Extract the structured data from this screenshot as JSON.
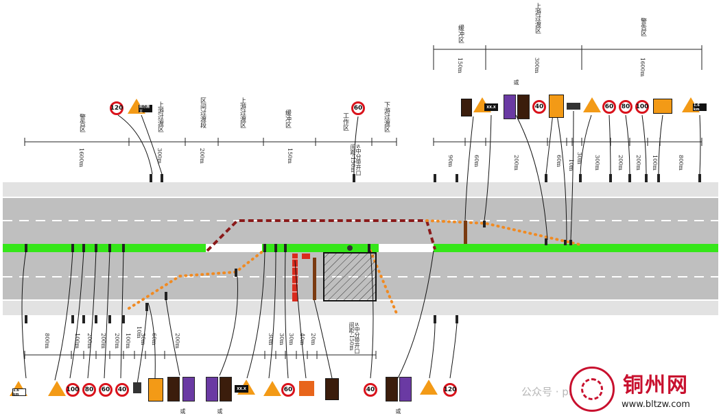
{
  "colors": {
    "median": "#35e619",
    "road": "#c2c2c2",
    "shoulder": "#e1e1e1",
    "barrier": "#8a1a1a",
    "cones": "#f08a22",
    "sign_red": "#d9121b",
    "sign_orange": "#f39a16"
  },
  "top_left_zones": [
    "警告区",
    "上游过渡区",
    "区间过渡段",
    "上游过渡区",
    "缓冲区",
    "工作区",
    "下游过渡区"
  ],
  "top_left_dists": [
    "1600m",
    "300m",
    "200m",
    "150m",
    "≤中分带开口间距-150m"
  ],
  "top_left_signs": {
    "speed": "120",
    "limit_top": "60",
    "tri_tag": "前方施工"
  },
  "top_right_zones": [
    "缓冲区",
    "上游过渡区",
    "警告区"
  ],
  "top_right_dists": [
    "150m",
    "300m",
    "1600m"
  ],
  "top_right_spacing": [
    "90m",
    "60m",
    "200m",
    "60m",
    "10m",
    "30m",
    "300m",
    "200m",
    "200m",
    "100m",
    "800m"
  ],
  "top_right_signs": {
    "speed": [
      "40",
      "60",
      "80",
      "100"
    ],
    "tri_tag": "1.6 km",
    "label_side": "XX.X",
    "light": "或"
  },
  "bottom_dists": [
    "800m",
    "100m",
    "200m",
    "200m",
    "200m",
    "100m",
    "10m",
    "30m",
    "60m",
    "200m",
    "30m",
    "30m",
    "30m",
    "40m",
    "20m",
    "≤中分带开口间距-150m"
  ],
  "bottom_signs": {
    "speed": [
      "100",
      "80",
      "60",
      "40",
      "60",
      "40",
      "120"
    ],
    "tri_tag": "1.6 km",
    "label": "XX.X",
    "or": "或"
  },
  "watermark": {
    "left": "公众号 · pnxgtir",
    "title": "铜州网",
    "url": "www.bltzw.com"
  }
}
